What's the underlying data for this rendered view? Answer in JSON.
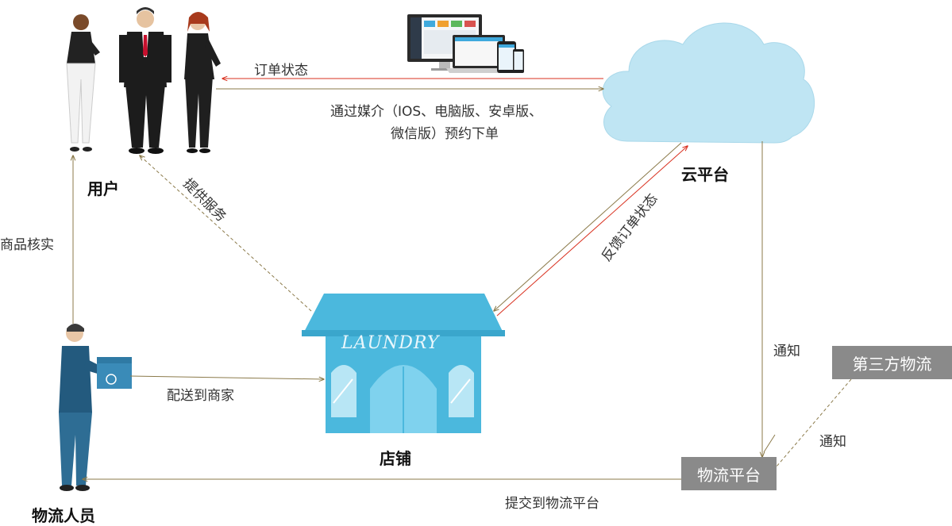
{
  "nodes": {
    "users": "用户",
    "cloud": "云平台",
    "store": "店铺",
    "store_sign": "LAUNDRY",
    "courier": "物流人员",
    "logistics_platform": "物流平台",
    "third_party": "第三方物流"
  },
  "edges": {
    "order_status": "订单状态",
    "place_order_line1": "通过媒介（IOS、电脑版、安卓版、",
    "place_order_line2": "微信版）预约下单",
    "provide_service": "提供服务",
    "feedback_status": "反馈订单状态",
    "verify_goods": "商品核实",
    "deliver_to_store": "配送到商家",
    "notify_1": "通知",
    "notify_2": "通知",
    "submit_to_logistics": "提交到物流平台"
  },
  "colors": {
    "arrow_brown": "#8b7a4a",
    "arrow_red": "#d9301f",
    "store_blue": "#4bb8dd",
    "cloud_blue": "#bfe5f3",
    "box_gray": "#8a8a8a"
  }
}
